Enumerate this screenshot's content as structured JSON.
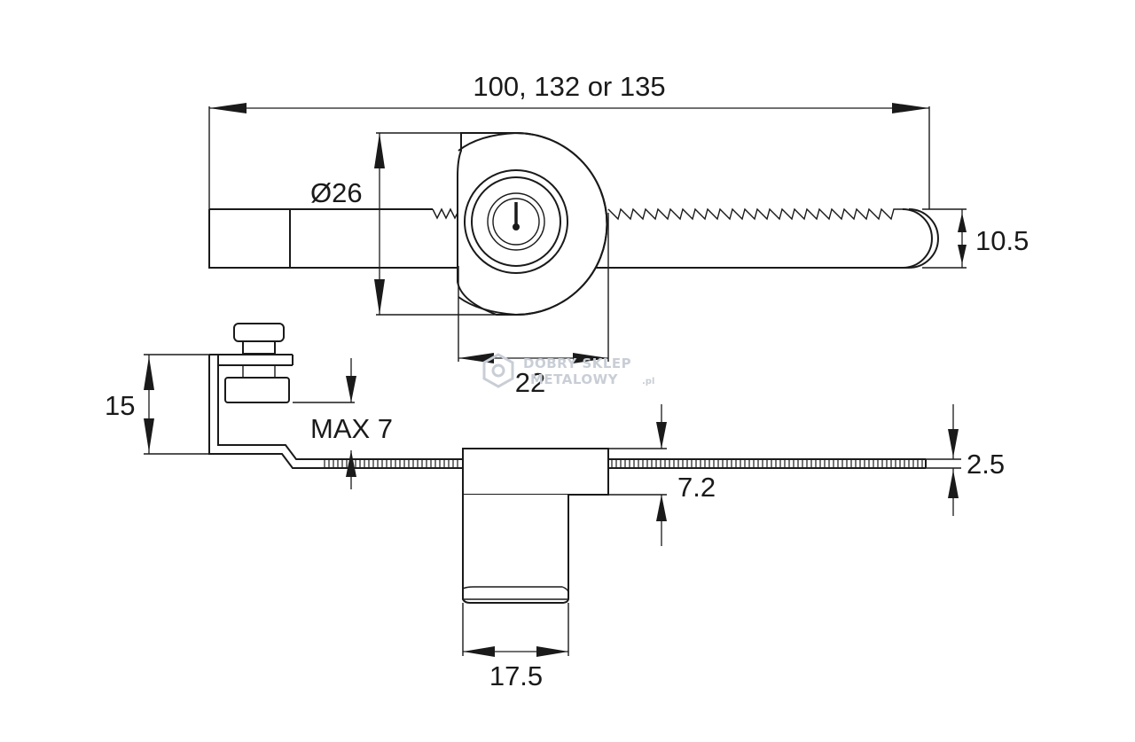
{
  "dimensions": {
    "overall_length": "100, 132 or 135",
    "cylinder_diameter": "Ø26",
    "bar_height": "10.5",
    "housing_width": "22",
    "bracket_height": "15",
    "max_thickness": "MAX 7",
    "housing_thickness": "7.2",
    "bar_thickness": "2.5",
    "cylinder_width": "17.5"
  },
  "watermark": {
    "line1": "DOBRY SKLEP",
    "line2": "METALOWY",
    "suffix": ".pl"
  },
  "colors": {
    "line": "#1a1a1a",
    "background": "#ffffff",
    "watermark": "#c9ced6"
  }
}
